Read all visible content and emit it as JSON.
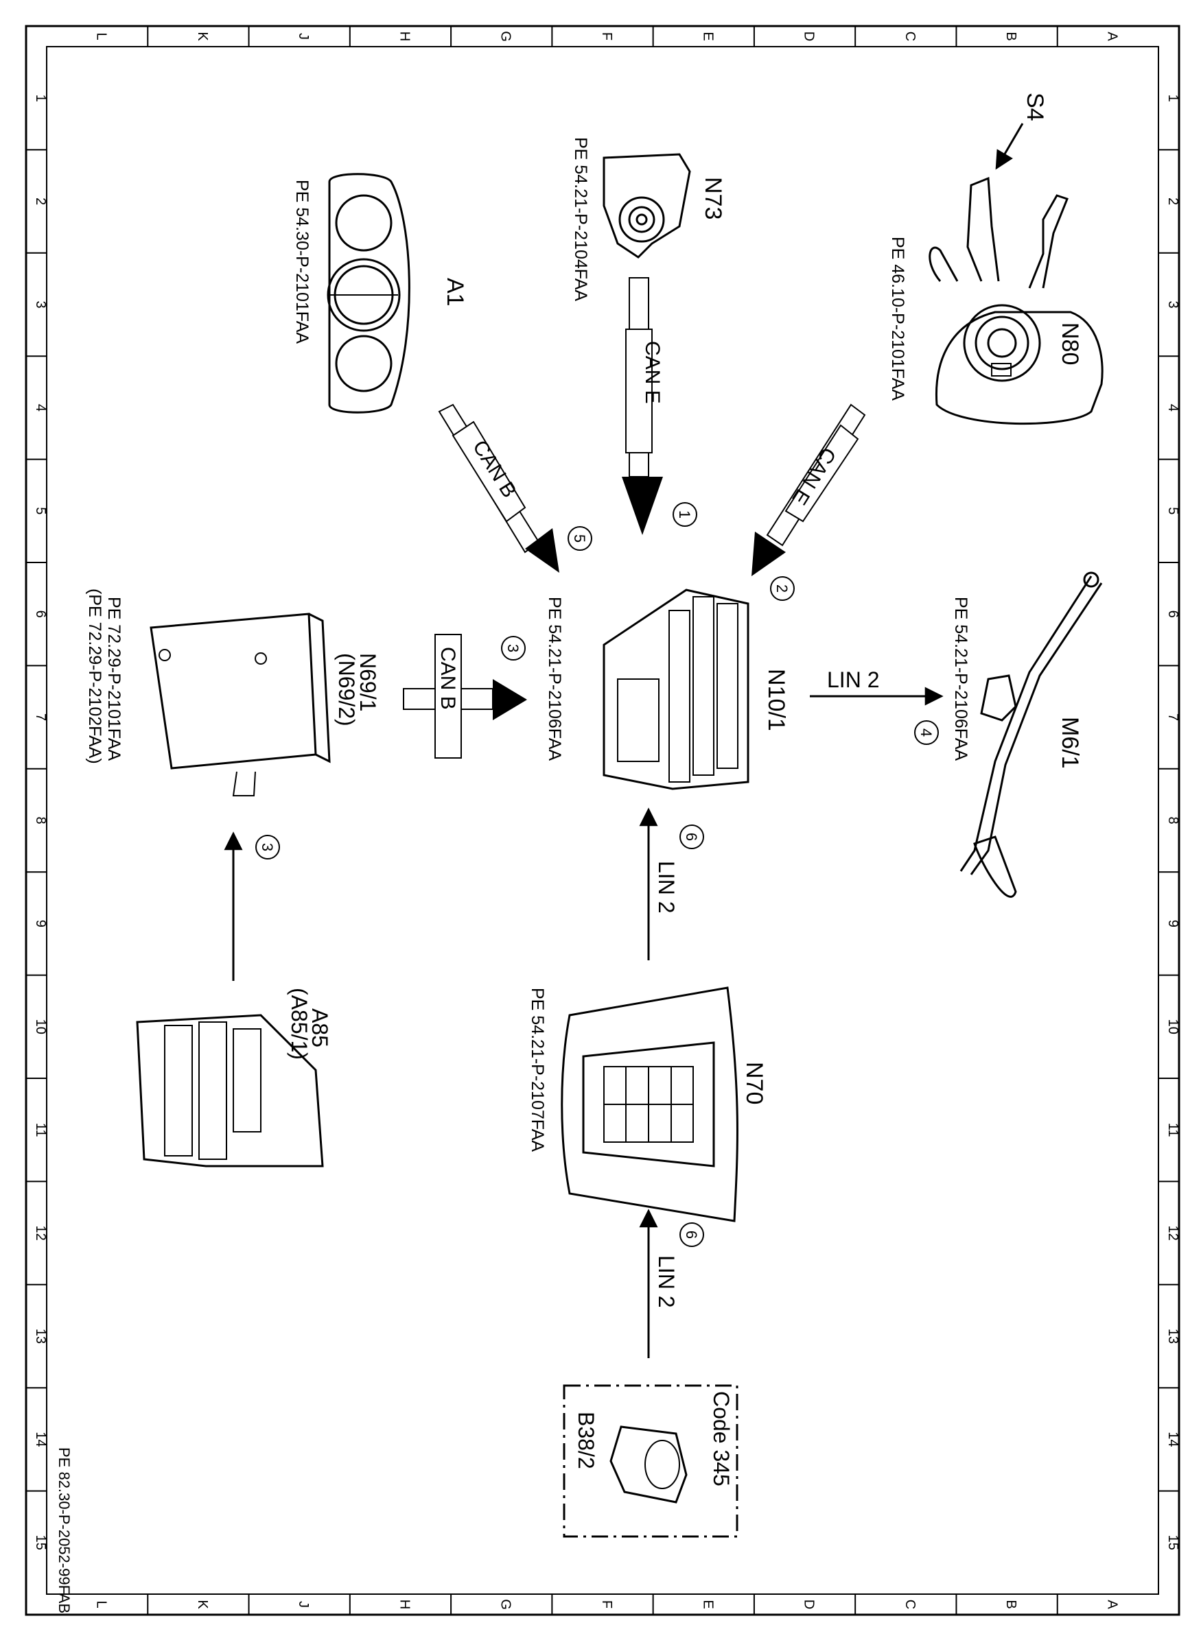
{
  "frame": {
    "columns": [
      "A",
      "B",
      "C",
      "D",
      "E",
      "F",
      "G",
      "H",
      "J",
      "K",
      "L"
    ],
    "rows": [
      "1",
      "2",
      "3",
      "4",
      "5",
      "6",
      "7",
      "8",
      "9",
      "10",
      "11",
      "12",
      "13",
      "14",
      "15"
    ],
    "doc_id": "PE 82.30-P-2052-99FAB"
  },
  "components": {
    "N80": {
      "label": "N80",
      "ref": "PE 46.10-P-2101FAA"
    },
    "S4": {
      "label": "S4"
    },
    "N73": {
      "label": "N73",
      "ref": "PE 54.21-P-2104FAA"
    },
    "A1": {
      "label": "A1",
      "ref": "PE 54.30-P-2101FAA"
    },
    "N10_1": {
      "label": "N10/1",
      "ref": "PE 54.21-P-2106FAA"
    },
    "M6_1": {
      "label": "M6/1",
      "ref": "PE 54.21-P-2106FAA"
    },
    "N69_1": {
      "label": "N69/1",
      "label2": "(N69/2)",
      "ref1": "PE 72.29-P-2101FAA",
      "ref2": "(PE 72.29-P-2102FAA)"
    },
    "A85": {
      "label": "A85",
      "label2": "(A85/1)"
    },
    "N70": {
      "label": "N70",
      "ref": "PE 54.21-P-2107FAA"
    },
    "B38_2": {
      "label": "B38/2",
      "code": "Code 345"
    }
  },
  "connections": [
    {
      "id": "1",
      "bus": "CAN E"
    },
    {
      "id": "2",
      "bus": "CAN E"
    },
    {
      "id": "3",
      "bus": "CAN B"
    },
    {
      "id": "3"
    },
    {
      "id": "4",
      "bus": "LIN 2"
    },
    {
      "id": "5",
      "bus": "CAN B"
    },
    {
      "id": "6",
      "bus": "LIN 2"
    },
    {
      "id": "6",
      "bus": "LIN 2"
    }
  ]
}
